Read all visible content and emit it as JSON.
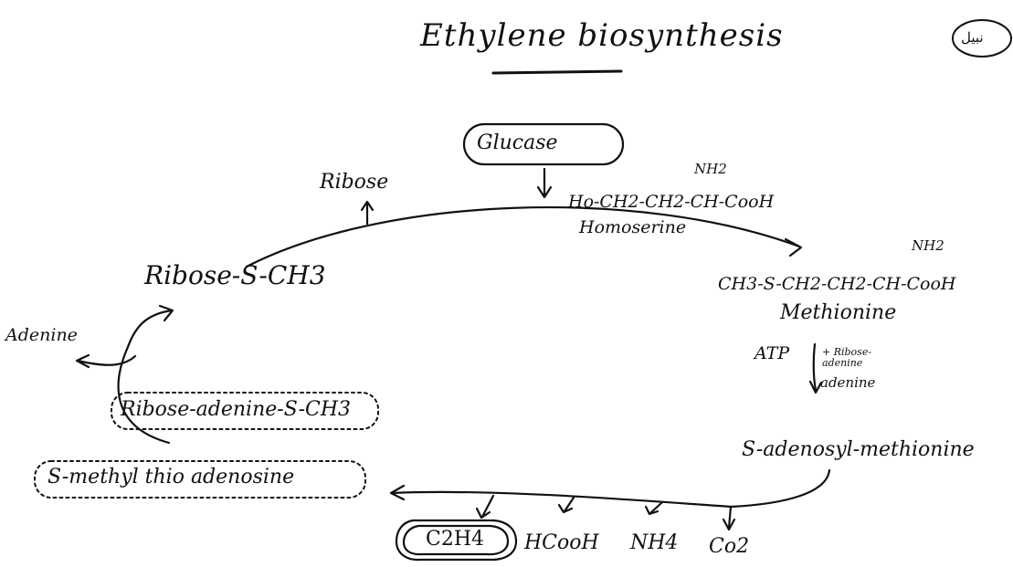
{
  "title": "Ethylene biosynthesis",
  "corner_mark": "نبيل",
  "nodes": {
    "glucose": "Glucase",
    "homoserine_nh2": "NH2",
    "homoserine_formula": "Ho-CH2-CH2-CH-CooH",
    "homoserine_name": "Homoserine",
    "ribose_released": "Ribose",
    "ribose_s_ch3": "Ribose-S-CH3",
    "methionine_nh2": "NH2",
    "methionine_formula": "CH3-S-CH2-CH2-CH-CooH",
    "methionine_name": "Methionine",
    "atp": "ATP",
    "ribose_adenine_side": "+ Ribose-adenine",
    "adenine_side": "adenine",
    "sam": "S-adenosyl-methionine",
    "adenine": "Adenine",
    "ribose_adenine_s_ch3": "Ribose-adenine-S-CH3",
    "s_methyl_thio_adenosine": "S-methyl thio adenosine",
    "ethylene": "C2H4",
    "hcooh": "HCooH",
    "nh4": "NH4",
    "co2": "Co2"
  }
}
